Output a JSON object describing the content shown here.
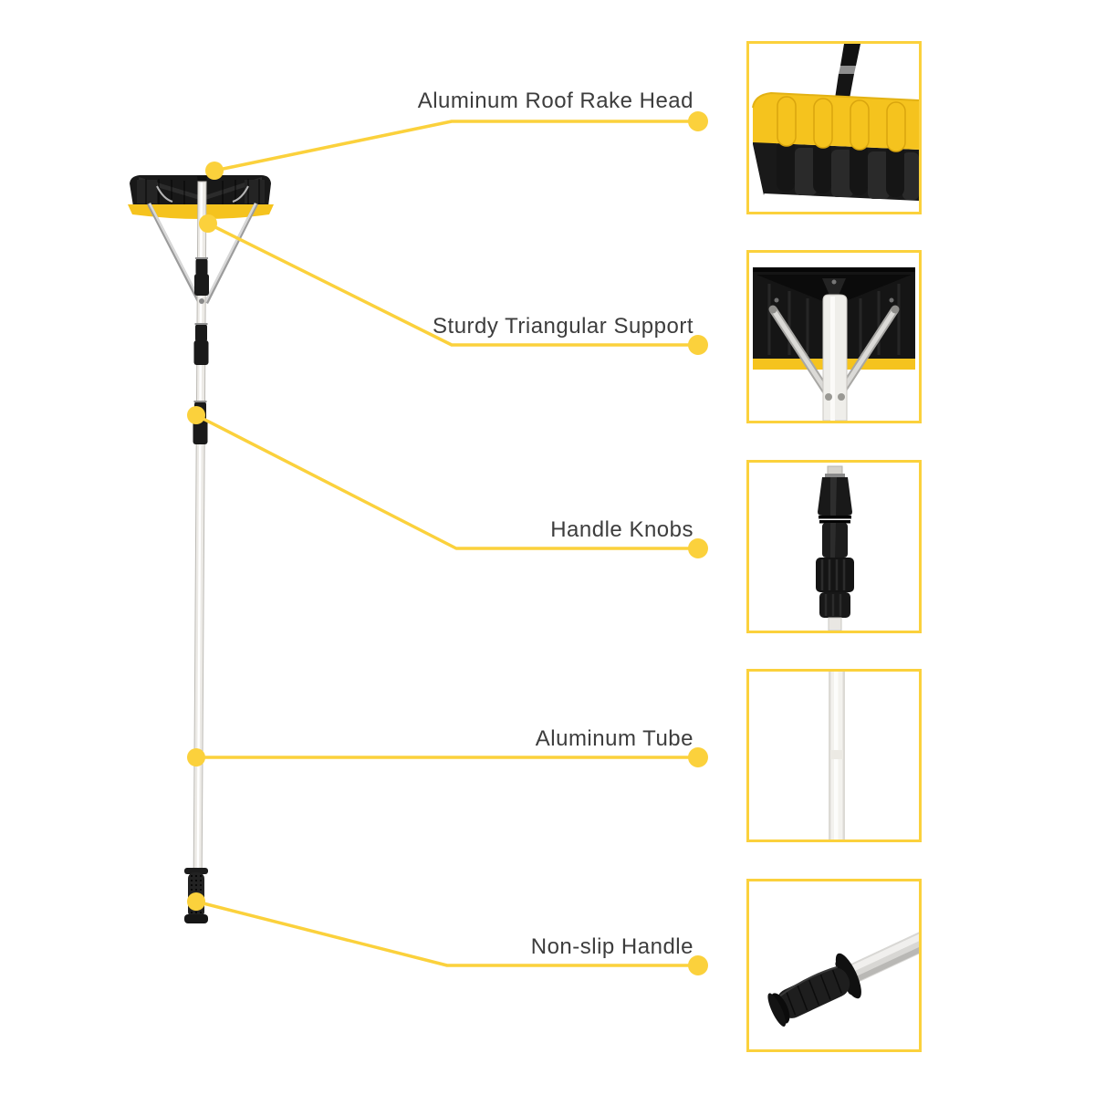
{
  "callouts": [
    {
      "label": "Aluminum Roof Rake Head"
    },
    {
      "label": "Sturdy Triangular Support"
    },
    {
      "label": "Handle Knobs"
    },
    {
      "label": "Aluminum Tube"
    },
    {
      "label": "Non-slip Handle"
    }
  ],
  "colors": {
    "accent_yellow": "#FBD13C",
    "blade_yellow": "#F5C31E",
    "label_text": "#3D3D3D",
    "product_black": "#181818",
    "pole_gray": "#ECEAE6"
  }
}
